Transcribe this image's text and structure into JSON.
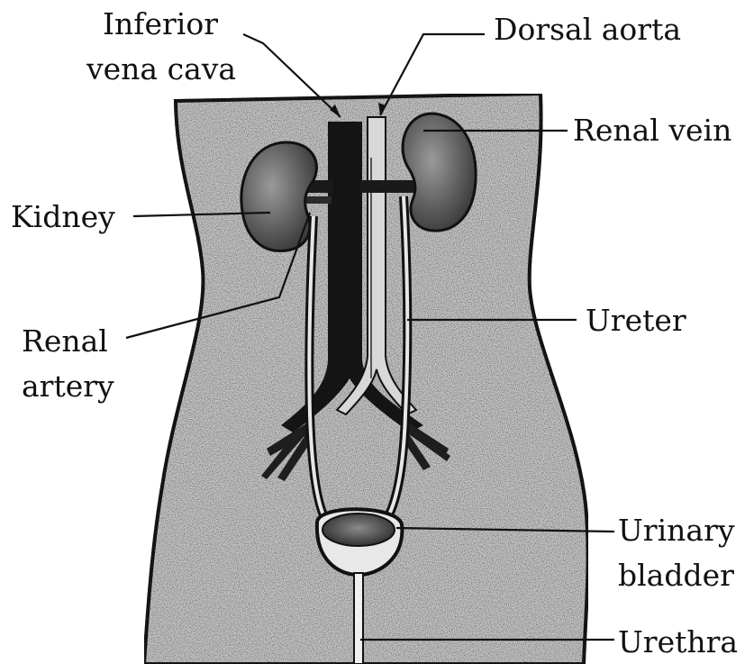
{
  "labels": {
    "inferior_vena_cava_line1": "Inferior",
    "inferior_vena_cava_line2": "vena cava",
    "dorsal_aorta": "Dorsal aorta",
    "renal_vein": "Renal vein",
    "kidney": "Kidney",
    "renal_artery_line1": "Renal",
    "renal_artery_line2": "artery",
    "ureter": "Ureter",
    "urinary_bladder_line1": "Urinary",
    "urinary_bladder_line2": "bladder",
    "urethra": "Urethra"
  },
  "colors": {
    "body_fill": "#c9c9c9",
    "ink": "#111111",
    "kidney_fill": "#6e6e6e",
    "aorta_fill": "#d8d8d8"
  }
}
